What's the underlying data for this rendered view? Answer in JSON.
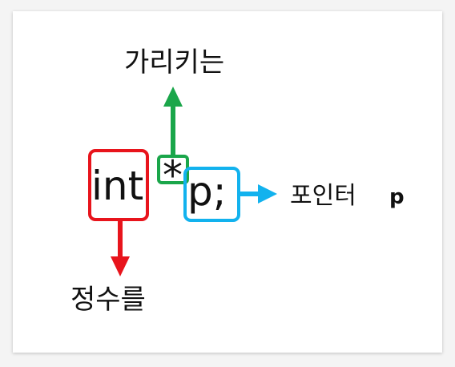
{
  "code": {
    "type_keyword": "int",
    "asterisk": "*",
    "pointer_name": "p;"
  },
  "labels": {
    "pointer_target": "가리키는",
    "type_meaning": "정수를",
    "pointer_word": "포인터",
    "pointer_var": "p"
  },
  "colors": {
    "int_box": "#e8141c",
    "asterisk_box": "#1aa64a",
    "pointer_box": "#12b2ee"
  }
}
